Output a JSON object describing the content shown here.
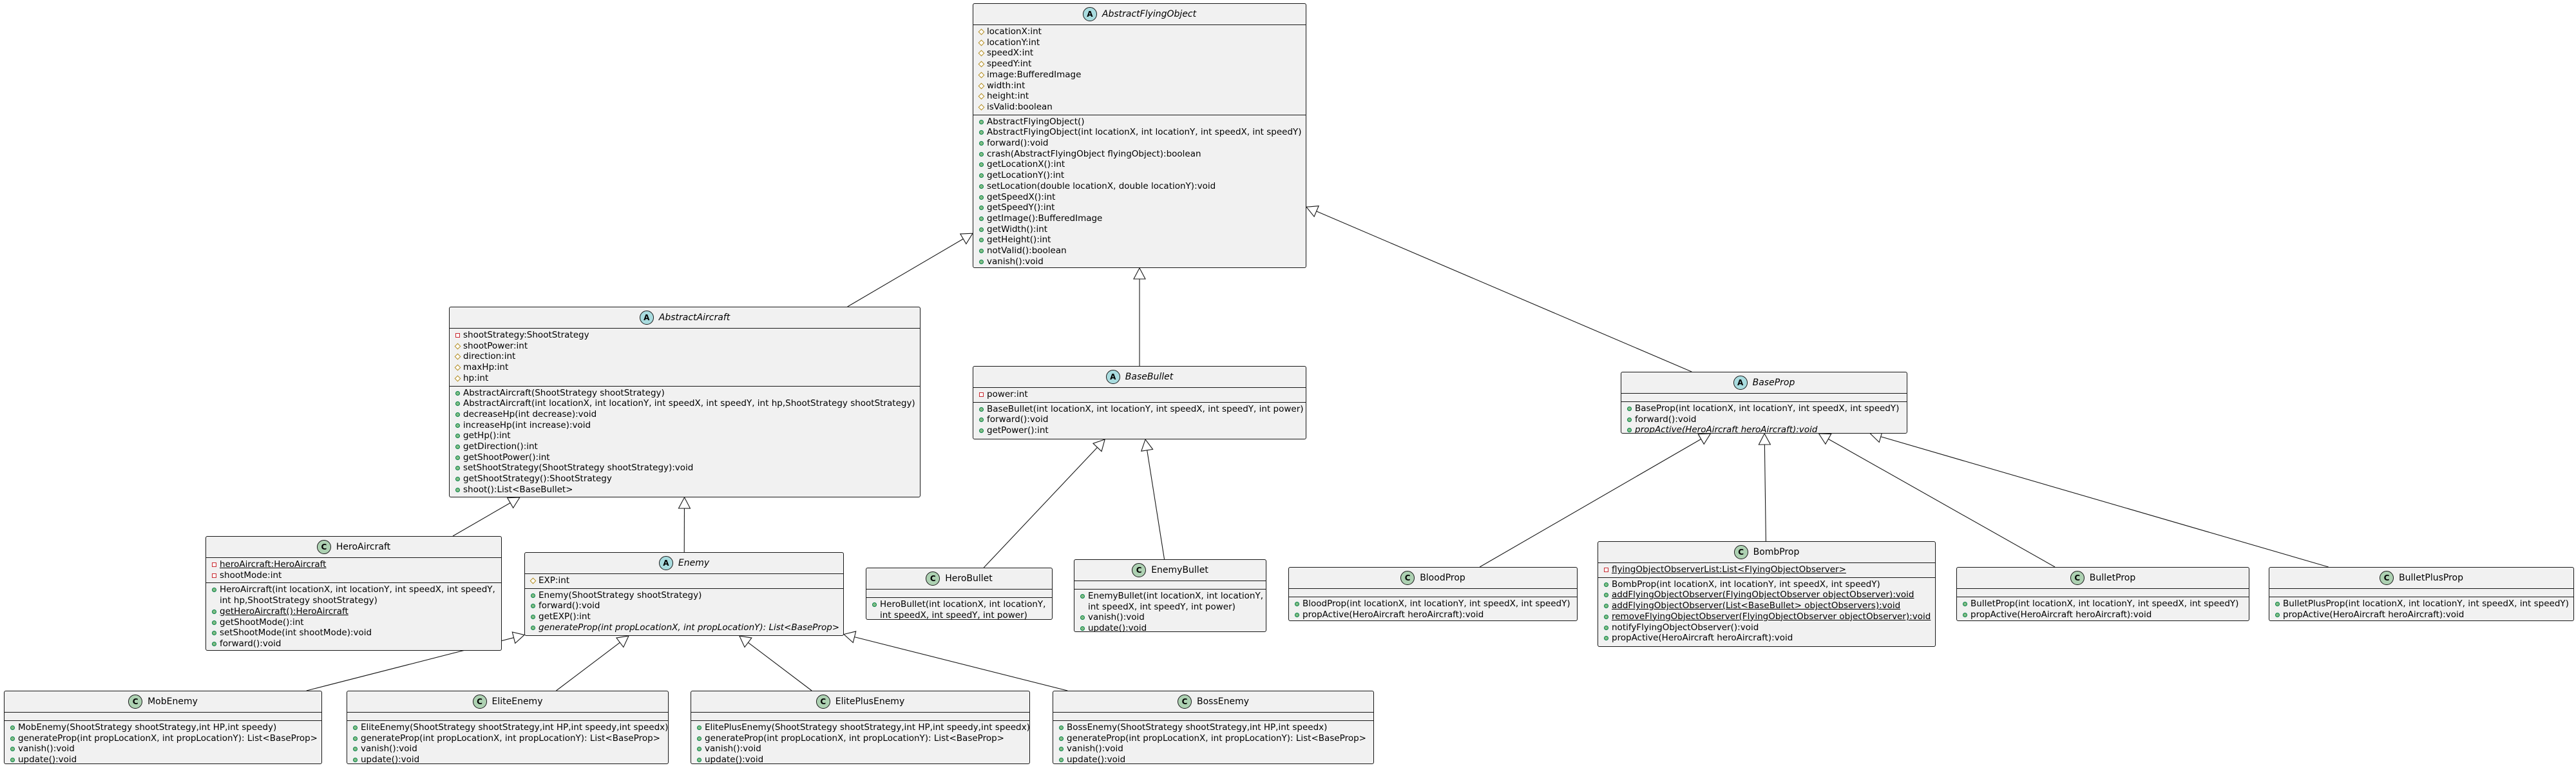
{
  "diagram": {
    "classes": [
      {
        "id": "afo",
        "name": "AbstractFlyingObject",
        "stereotype": "A",
        "abstract": true,
        "fields": [
          {
            "vis": "prot",
            "text": "locationX:int"
          },
          {
            "vis": "prot",
            "text": "locationY:int"
          },
          {
            "vis": "prot",
            "text": "speedX:int"
          },
          {
            "vis": "prot",
            "text": "speedY:int"
          },
          {
            "vis": "prot",
            "text": "image:BufferedImage"
          },
          {
            "vis": "prot",
            "text": "width:int"
          },
          {
            "vis": "prot",
            "text": "height:int"
          },
          {
            "vis": "prot",
            "text": "isValid:boolean"
          }
        ],
        "methods": [
          {
            "vis": "pub",
            "text": "AbstractFlyingObject()"
          },
          {
            "vis": "pub",
            "text": "AbstractFlyingObject(int locationX, int locationY, int speedX, int speedY)"
          },
          {
            "vis": "pub",
            "text": "forward():void"
          },
          {
            "vis": "pub",
            "text": "crash(AbstractFlyingObject flyingObject):boolean"
          },
          {
            "vis": "pub",
            "text": "getLocationX():int"
          },
          {
            "vis": "pub",
            "text": "getLocationY():int"
          },
          {
            "vis": "pub",
            "text": "setLocation(double locationX, double locationY):void"
          },
          {
            "vis": "pub",
            "text": "getSpeedX():int"
          },
          {
            "vis": "pub",
            "text": "getSpeedY():int"
          },
          {
            "vis": "pub",
            "text": "getImage():BufferedImage"
          },
          {
            "vis": "pub",
            "text": "getWidth():int"
          },
          {
            "vis": "pub",
            "text": "getHeight():int"
          },
          {
            "vis": "pub",
            "text": "notValid():boolean"
          },
          {
            "vis": "pub",
            "text": "vanish():void"
          }
        ]
      },
      {
        "id": "aa",
        "name": "AbstractAircraft",
        "stereotype": "A",
        "abstract": true,
        "fields": [
          {
            "vis": "priv",
            "text": "shootStrategy:ShootStrategy"
          },
          {
            "vis": "prot",
            "text": "shootPower:int"
          },
          {
            "vis": "prot",
            "text": "direction:int"
          },
          {
            "vis": "prot",
            "text": "maxHp:int"
          },
          {
            "vis": "prot",
            "text": "hp:int"
          }
        ],
        "methods": [
          {
            "vis": "pub",
            "text": "AbstractAircraft(ShootStrategy shootStrategy)"
          },
          {
            "vis": "pub",
            "text": "AbstractAircraft(int locationX, int locationY, int speedX, int speedY, int hp,ShootStrategy shootStrategy)"
          },
          {
            "vis": "pub",
            "text": "decreaseHp(int decrease):void"
          },
          {
            "vis": "pub",
            "text": "increaseHp(int increase):void"
          },
          {
            "vis": "pub",
            "text": "getHp():int"
          },
          {
            "vis": "pub",
            "text": "getDirection():int"
          },
          {
            "vis": "pub",
            "text": "getShootPower():int"
          },
          {
            "vis": "pub",
            "text": "setShootStrategy(ShootStrategy shootStrategy):void"
          },
          {
            "vis": "pub",
            "text": "getShootStrategy():ShootStrategy"
          },
          {
            "vis": "pub",
            "text": "shoot():List<BaseBullet>"
          }
        ]
      },
      {
        "id": "bb",
        "name": "BaseBullet",
        "stereotype": "A",
        "abstract": true,
        "fields": [
          {
            "vis": "priv",
            "text": "power:int"
          }
        ],
        "methods": [
          {
            "vis": "pub",
            "text": "BaseBullet(int locationX, int locationY, int speedX, int speedY, int power)"
          },
          {
            "vis": "pub",
            "text": "forward():void"
          },
          {
            "vis": "pub",
            "text": "getPower():int"
          }
        ]
      },
      {
        "id": "bp",
        "name": "BaseProp",
        "stereotype": "A",
        "abstract": true,
        "fields": [],
        "methods": [
          {
            "vis": "pub",
            "text": "BaseProp(int locationX, int locationY, int speedX, int speedY)"
          },
          {
            "vis": "pub",
            "text": "forward():void"
          },
          {
            "vis": "pub",
            "text": "propActive(HeroAircraft heroAircraft):void",
            "abstract": true
          }
        ]
      },
      {
        "id": "hero",
        "name": "HeroAircraft",
        "stereotype": "C",
        "abstract": false,
        "fields": [
          {
            "vis": "priv",
            "text": "heroAircraft:HeroAircraft",
            "static": true
          },
          {
            "vis": "priv",
            "text": "shootMode:int"
          }
        ],
        "methods": [
          {
            "vis": "pub",
            "text": "HeroAircraft(int locationX, int locationY, int speedX, int speedY,"
          },
          {
            "vis": "",
            "text": "int hp,ShootStrategy shootStrategy)"
          },
          {
            "vis": "pub",
            "text": "getHeroAircraft():HeroAircraft",
            "static": true
          },
          {
            "vis": "pub",
            "text": "getShootMode():int"
          },
          {
            "vis": "pub",
            "text": "setShootMode(int shootMode):void"
          },
          {
            "vis": "pub",
            "text": "forward():void"
          }
        ]
      },
      {
        "id": "enemy",
        "name": "Enemy",
        "stereotype": "A",
        "abstract": true,
        "fields": [
          {
            "vis": "prot",
            "text": "EXP:int"
          }
        ],
        "methods": [
          {
            "vis": "pub",
            "text": "Enemy(ShootStrategy shootStrategy)"
          },
          {
            "vis": "pub",
            "text": "forward():void"
          },
          {
            "vis": "pub",
            "text": "getEXP():int"
          },
          {
            "vis": "pub",
            "text": "generateProp(int propLocationX, int propLocationY): List<BaseProp>",
            "abstract": true
          }
        ]
      },
      {
        "id": "herob",
        "name": "HeroBullet",
        "stereotype": "C",
        "abstract": false,
        "fields": [],
        "methods": [
          {
            "vis": "pub",
            "text": "HeroBullet(int locationX, int locationY,"
          },
          {
            "vis": "",
            "text": "int speedX, int speedY, int power)"
          }
        ]
      },
      {
        "id": "enemyb",
        "name": "EnemyBullet",
        "stereotype": "C",
        "abstract": false,
        "fields": [],
        "methods": [
          {
            "vis": "pub",
            "text": "EnemyBullet(int locationX, int locationY,"
          },
          {
            "vis": "",
            "text": "int speedX, int speedY, int power)"
          },
          {
            "vis": "pub",
            "text": "vanish():void"
          },
          {
            "vis": "pub",
            "text": "update():void"
          }
        ]
      },
      {
        "id": "blood",
        "name": "BloodProp",
        "stereotype": "C",
        "abstract": false,
        "fields": [],
        "methods": [
          {
            "vis": "pub",
            "text": "BloodProp(int locationX, int locationY, int speedX, int speedY)"
          },
          {
            "vis": "pub",
            "text": "propActive(HeroAircraft heroAircraft):void"
          }
        ]
      },
      {
        "id": "bomb",
        "name": "BombProp",
        "stereotype": "C",
        "abstract": false,
        "fields": [
          {
            "vis": "priv",
            "text": "flyingObjectObserverList:List<FlyingObjectObserver>",
            "static": true
          }
        ],
        "methods": [
          {
            "vis": "pub",
            "text": "BombProp(int locationX, int locationY, int speedX, int speedY)"
          },
          {
            "vis": "pub",
            "text": "addFlyingObjectObserver(FlyingObjectObserver objectObserver):void",
            "static": true
          },
          {
            "vis": "pub",
            "text": "addFlyingObjectObserver(List<BaseBullet> objectObservers):void",
            "static": true
          },
          {
            "vis": "pub",
            "text": "removeFlyingObjectObserver(FlyingObjectObserver objectObserver):void",
            "static": true
          },
          {
            "vis": "pub",
            "text": "notifyFlyingObjectObserver():void"
          },
          {
            "vis": "pub",
            "text": "propActive(HeroAircraft heroAircraft):void"
          }
        ]
      },
      {
        "id": "bulletp",
        "name": "BulletProp",
        "stereotype": "C",
        "abstract": false,
        "fields": [],
        "methods": [
          {
            "vis": "pub",
            "text": "BulletProp(int locationX, int locationY, int speedX, int speedY)"
          },
          {
            "vis": "pub",
            "text": "propActive(HeroAircraft heroAircraft):void"
          }
        ]
      },
      {
        "id": "bulletpp",
        "name": "BulletPlusProp",
        "stereotype": "C",
        "abstract": false,
        "fields": [],
        "methods": [
          {
            "vis": "pub",
            "text": "BulletPlusProp(int locationX, int locationY, int speedX, int speedY)"
          },
          {
            "vis": "pub",
            "text": "propActive(HeroAircraft heroAircraft):void"
          }
        ]
      },
      {
        "id": "mob",
        "name": "MobEnemy",
        "stereotype": "C",
        "abstract": false,
        "fields": [],
        "methods": [
          {
            "vis": "pub",
            "text": "MobEnemy(ShootStrategy shootStrategy,int HP,int speedy)"
          },
          {
            "vis": "pub",
            "text": "generateProp(int propLocationX, int propLocationY): List<BaseProp>"
          },
          {
            "vis": "pub",
            "text": "vanish():void"
          },
          {
            "vis": "pub",
            "text": "update():void"
          }
        ]
      },
      {
        "id": "elite",
        "name": "EliteEnemy",
        "stereotype": "C",
        "abstract": false,
        "fields": [],
        "methods": [
          {
            "vis": "pub",
            "text": "EliteEnemy(ShootStrategy shootStrategy,int HP,int speedy,int speedx)"
          },
          {
            "vis": "pub",
            "text": "generateProp(int propLocationX, int propLocationY): List<BaseProp>"
          },
          {
            "vis": "pub",
            "text": "vanish():void"
          },
          {
            "vis": "pub",
            "text": "update():void"
          }
        ]
      },
      {
        "id": "eliteplus",
        "name": "ElitePlusEnemy",
        "stereotype": "C",
        "abstract": false,
        "fields": [],
        "methods": [
          {
            "vis": "pub",
            "text": "ElitePlusEnemy(ShootStrategy shootStrategy,int HP,int speedy,int speedx)"
          },
          {
            "vis": "pub",
            "text": "generateProp(int propLocationX, int propLocationY): List<BaseProp>"
          },
          {
            "vis": "pub",
            "text": "vanish():void"
          },
          {
            "vis": "pub",
            "text": "update():void"
          }
        ]
      },
      {
        "id": "boss",
        "name": "BossEnemy",
        "stereotype": "C",
        "abstract": false,
        "fields": [],
        "methods": [
          {
            "vis": "pub",
            "text": "BossEnemy(ShootStrategy shootStrategy,int HP,int speedx)"
          },
          {
            "vis": "pub",
            "text": "generateProp(int propLocationX, int propLocationY): List<BaseProp>"
          },
          {
            "vis": "pub",
            "text": "vanish():void"
          },
          {
            "vis": "pub",
            "text": "update():void"
          }
        ]
      }
    ],
    "inheritance": [
      {
        "child": "aa",
        "parent": "afo"
      },
      {
        "child": "bb",
        "parent": "afo"
      },
      {
        "child": "bp",
        "parent": "afo"
      },
      {
        "child": "hero",
        "parent": "aa"
      },
      {
        "child": "enemy",
        "parent": "aa"
      },
      {
        "child": "herob",
        "parent": "bb"
      },
      {
        "child": "enemyb",
        "parent": "bb"
      },
      {
        "child": "blood",
        "parent": "bp"
      },
      {
        "child": "bomb",
        "parent": "bp"
      },
      {
        "child": "bulletp",
        "parent": "bp"
      },
      {
        "child": "bulletpp",
        "parent": "bp"
      },
      {
        "child": "mob",
        "parent": "enemy"
      },
      {
        "child": "elite",
        "parent": "enemy"
      },
      {
        "child": "eliteplus",
        "parent": "enemy"
      },
      {
        "child": "boss",
        "parent": "enemy"
      }
    ],
    "colors": {
      "class_fill": "#f1f1f1",
      "border": "#181818",
      "abstract_badge": "#a9dcdf",
      "class_badge": "#add1b2",
      "public_marker": "#84be84",
      "private_marker": "#c82930",
      "protected_marker": "#b38d22"
    }
  }
}
